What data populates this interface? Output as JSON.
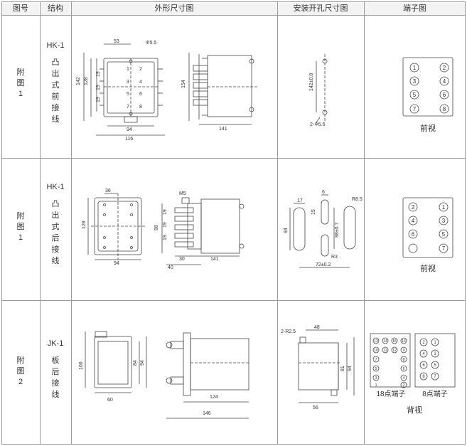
{
  "headers": [
    "图号",
    "结构",
    "外形尺寸图",
    "安装开孔尺寸图",
    "端子图"
  ],
  "rows": [
    {
      "fig_id": "附图1",
      "struct_code": "HK-1",
      "struct_desc": "凸出式前接线",
      "dims_outline": {
        "d53": "53",
        "phi": "Φ5.5",
        "h142": "142",
        "h128": "128",
        "s19a": "19",
        "s19b": "19",
        "s19c": "19",
        "w94": "94",
        "w116": "116",
        "h154": "154",
        "d141": "141"
      },
      "dims_mount": {
        "h": "142±0.8",
        "holes": "2-Φ5.5"
      },
      "terminals": [
        "1",
        "2",
        "3",
        "4",
        "5",
        "6",
        "7",
        "8"
      ],
      "view_label": "前视"
    },
    {
      "fig_id": "附图1",
      "struct_code": "HK-1",
      "struct_desc": "凸出式后接线",
      "dims_outline": {
        "d36": "36",
        "h128": "128",
        "w94": "94",
        "m5": "M5",
        "h98": "98",
        "s19a": "19",
        "s19b": "19",
        "s19c": "19",
        "d30": "30",
        "d40": "40",
        "d141": "141"
      },
      "dims_mount": {
        "d17": "17",
        "d6": "6",
        "r85": "R8.5",
        "d15": "15",
        "h94": "94",
        "h98": "98±0.7",
        "r3": "R3",
        "w72": "72±0.2"
      },
      "terminals": [
        "2",
        "1",
        "4",
        "3",
        "6",
        "5",
        "",
        "7"
      ],
      "view_label": "前视"
    },
    {
      "fig_id": "附图2",
      "struct_code": "JK-1",
      "struct_desc": "板后接线",
      "dims_outline": {
        "h106": "106",
        "h84": "84",
        "h94": "94",
        "w60": "60",
        "d124": "124",
        "d146": "146"
      },
      "dims_mount": {
        "r25": "2-R2.5",
        "w48": "48",
        "h81": "81",
        "h94": "94",
        "w56": "56"
      },
      "terminals18": [
        "13",
        "14",
        "15",
        "16",
        "10",
        "11",
        "12",
        "9",
        "7",
        "8",
        "5",
        "6",
        "3",
        "4",
        "1",
        "2"
      ],
      "terminals8": [
        "2",
        "1",
        "4",
        "3",
        "6",
        "5",
        "8",
        "7"
      ],
      "label18": "18点端子",
      "label8": "8点端子",
      "view_label": "背视"
    }
  ]
}
